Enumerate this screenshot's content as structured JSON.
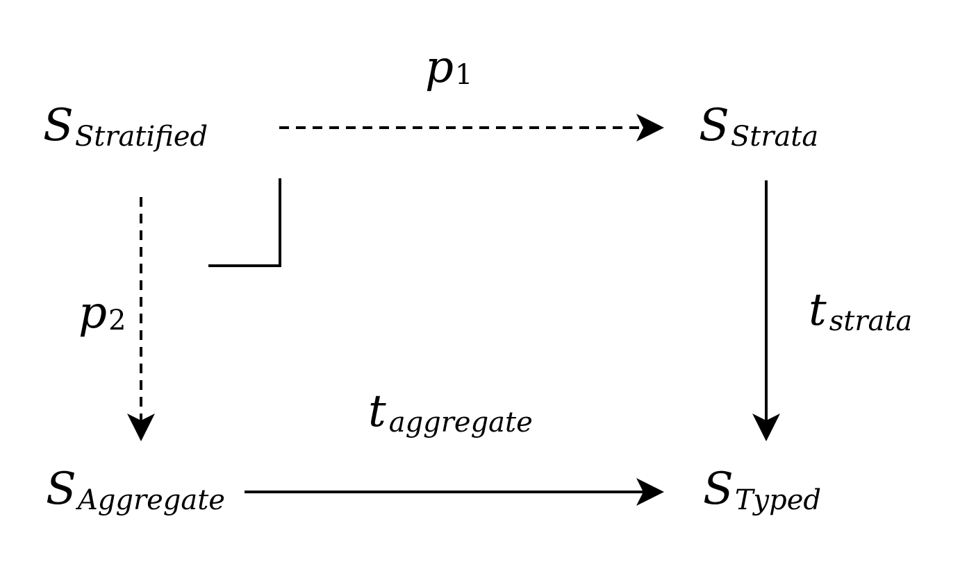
{
  "diagram": {
    "nodes": {
      "stratified": {
        "main": "S",
        "sub": "Stratified"
      },
      "strata": {
        "main": "S",
        "sub": "Strata"
      },
      "aggregate": {
        "main": "S",
        "sub": "Aggregate"
      },
      "typed": {
        "main": "S",
        "sub": "Typed"
      }
    },
    "edges": {
      "p1": {
        "main": "p",
        "sub": "1",
        "style": "dashed"
      },
      "p2": {
        "main": "p",
        "sub": "2",
        "style": "dashed"
      },
      "t_strata": {
        "main": "t",
        "sub": "strata",
        "style": "solid"
      },
      "t_aggregate": {
        "main": "t",
        "sub": "aggregate",
        "style": "solid"
      }
    },
    "pullback_marker": "corner",
    "colors": {
      "ink": "#000000",
      "background": "#ffffff"
    }
  }
}
